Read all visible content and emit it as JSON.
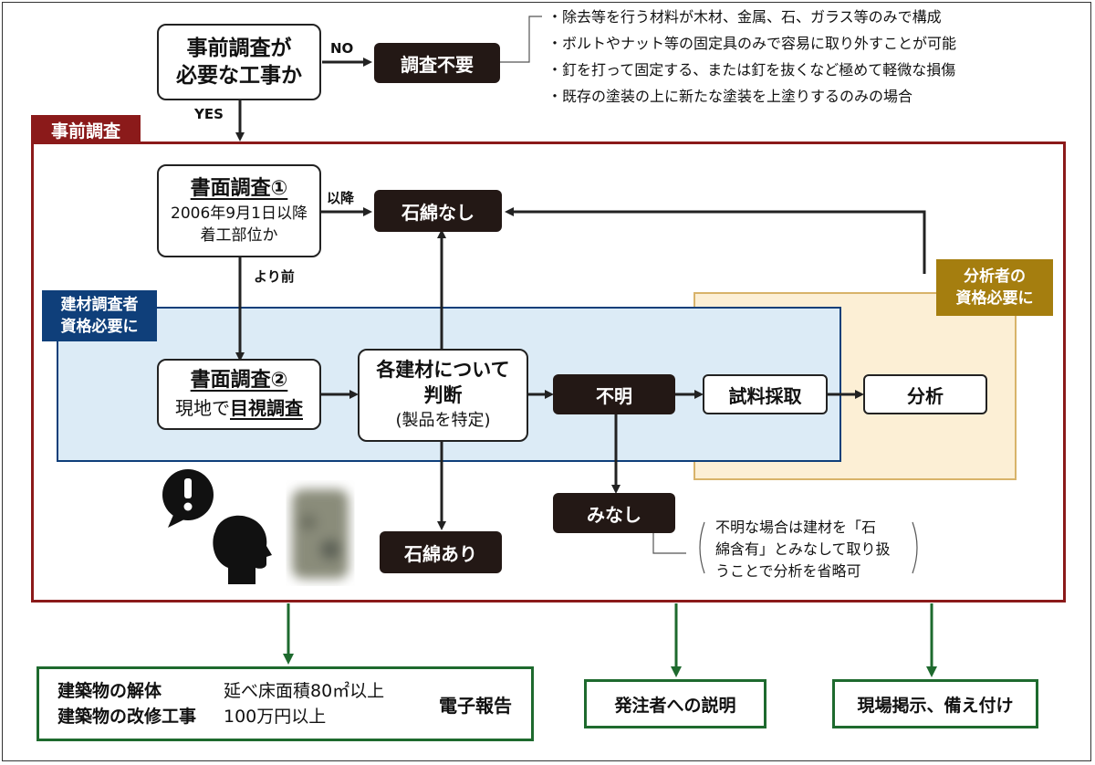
{
  "top": {
    "question": [
      "事前調査が",
      "必要な工事か"
    ],
    "no_label": "NO",
    "yes_label": "YES",
    "not_required": "調査不要",
    "conditions": [
      "・除去等を行う材料が木材、金属、石、ガラス等のみで構成",
      "・ボルトやナット等の固定具のみで容易に取り外すことが可能",
      "・釘を打って固定する、または釘を抜くなど極めて軽微な損傷",
      "・既存の塗装の上に新たな塗装を上塗りするのみの場合"
    ]
  },
  "survey": {
    "section_label": "事前調査",
    "doc1": {
      "title": "書面調査①",
      "lines": [
        "2006年9月1日以降",
        "着工部位か"
      ]
    },
    "after_label": "以降",
    "before_label": "より前",
    "no_asbestos": "石綿なし",
    "inspector_label": [
      "建材調査者",
      "資格必要に"
    ],
    "analyst_label": [
      "分析者の",
      "資格必要に"
    ],
    "doc2": {
      "title": "書面調査②",
      "line_prefix": "現地で",
      "line_emph": "目視調査"
    },
    "judge": {
      "lines": [
        "各建材について",
        "判断"
      ],
      "sub": "(製品を特定)"
    },
    "unknown": "不明",
    "sampling": "試料採取",
    "analysis": "分析",
    "deemed": "みなし",
    "asbestos_present": "石綿あり",
    "deemed_note": [
      "不明な場合は建材を「石",
      "綿含有」とみなして取り扱",
      "うことで分析を省略可"
    ]
  },
  "bottom": {
    "report_rows": [
      {
        "type": "建築物の解体",
        "condition": "延べ床面積80㎡以上"
      },
      {
        "type": "建築物の改修工事",
        "condition": "100万円以上"
      }
    ],
    "report_label": "電子報告",
    "explain": "発注者への説明",
    "posting": "現場掲示、備え付け"
  },
  "colors": {
    "dark_box": "#231815",
    "section_red": "#8b1a1a",
    "inspector_blue": "#0f3f7a",
    "inspector_fill": "#dcebf6",
    "analyst_gold": "#a57e0f",
    "analyst_fill": "#fcefd5",
    "output_green": "#1e6a2e"
  }
}
